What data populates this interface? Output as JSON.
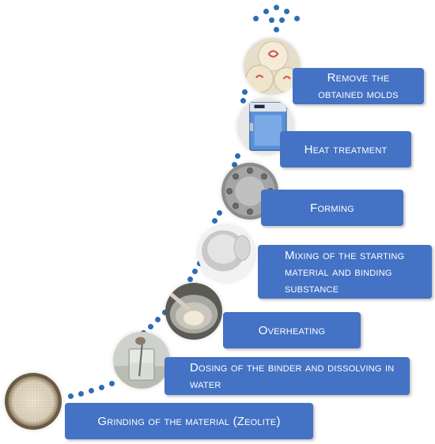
{
  "steps": [
    {
      "label": "Grinding of the material (Zeolite)",
      "image": "zeolite-powder-photo"
    },
    {
      "label": "Dosing of the binder and dissolving in water",
      "image": "beaker-stirring-photo"
    },
    {
      "label": "Overheating",
      "image": "heated-bowl-photo"
    },
    {
      "label": "Mixing of the starting material and binding substance",
      "image": "metal-mixing-bowl-photo"
    },
    {
      "label": "Forming",
      "image": "pressing-mold-photo"
    },
    {
      "label": "Heat treatment",
      "image": "blue-oven-photo"
    },
    {
      "label": "Remove the obtained molds",
      "image": "formed-pellets-photo"
    }
  ],
  "colors": {
    "box": "#4472c4",
    "box_text": "#ffffff",
    "dots": "#2e6db6"
  }
}
